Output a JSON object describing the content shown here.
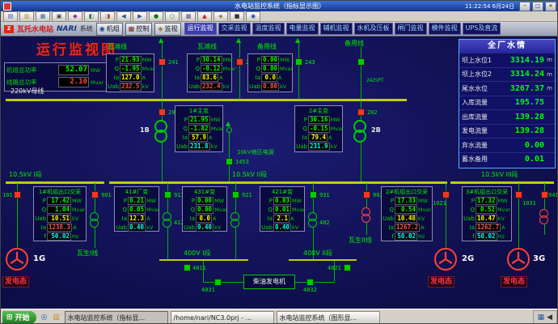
{
  "window": {
    "title": "水电站监控系统（指标显示图）",
    "time": "11:22:54  6月24日",
    "controls": [
      "─",
      "□",
      "✕"
    ]
  },
  "menu": {
    "icons": [
      {
        "name": "file-icon",
        "glyph": "▤",
        "color": "#2850c0"
      },
      {
        "name": "open-icon",
        "glyph": "▥",
        "color": "#c08a20"
      },
      {
        "name": "save-icon",
        "glyph": "▦",
        "color": "#2a6a9a"
      },
      {
        "name": "print-icon",
        "glyph": "▣",
        "color": "#444444"
      },
      {
        "name": "cut-icon",
        "glyph": "◆",
        "color": "#9a2aa0"
      },
      {
        "name": "copy-icon",
        "glyph": "◧",
        "color": "#2a7a3a"
      },
      {
        "name": "paste-icon",
        "glyph": "◨",
        "color": "#a04a20"
      },
      {
        "name": "undo-icon",
        "glyph": "◀",
        "color": "#2050a0"
      },
      {
        "name": "redo-icon",
        "glyph": "▶",
        "color": "#2050a0"
      },
      {
        "name": "zoom-in-icon",
        "glyph": "●",
        "color": "#107a10"
      },
      {
        "name": "zoom-out-icon",
        "glyph": "○",
        "color": "#107a10"
      },
      {
        "name": "grid-icon",
        "glyph": "▩",
        "color": "#555588"
      },
      {
        "name": "alarm-icon",
        "glyph": "▲",
        "color": "#c01a1a"
      },
      {
        "name": "trend-icon",
        "glyph": "◈",
        "color": "#8a6a10"
      },
      {
        "name": "lock-icon",
        "glyph": "■",
        "color": "#333333"
      },
      {
        "name": "help-icon",
        "glyph": "◉",
        "color": "#104a9a"
      }
    ]
  },
  "toolbar": {
    "station": "瓦托水电站",
    "brand": "NARI",
    "brand_suffix": "系统",
    "buttons": [
      {
        "label": "机组",
        "glyph": "◉",
        "icon_name": "unit-icon",
        "glyph_color": "#1a4a8a"
      },
      {
        "label": "控制",
        "glyph": "▦",
        "icon_name": "control-icon",
        "glyph_color": "#7a2a1a"
      },
      {
        "label": "监视",
        "glyph": "◈",
        "icon_name": "monitor-icon",
        "glyph_color": "#8a6a10"
      }
    ],
    "tabs": [
      "运行监视",
      "交采监视",
      "温度监视",
      "电量监视",
      "辅机监视",
      "水机及压板",
      "闸门监视",
      "模件监视",
      "UPS及直流"
    ]
  },
  "page": {
    "title": "运行监视图"
  },
  "summary": {
    "rows": [
      {
        "label": "机组总功率",
        "value": "52.07",
        "unit": "MW",
        "color": "#00ff00"
      },
      {
        "label": "线路总功率",
        "value": "2.10",
        "unit": "Mvar",
        "color": "#ff4040"
      }
    ]
  },
  "labels": {
    "bus220": "220kV母线",
    "bus1": "10.5kV I段",
    "bus2": "10.5kV II段",
    "bus3": "10.5kV III段",
    "bus400a": "400V I段",
    "bus400b": "400V II段",
    "line1": "瓦滩线",
    "line2": "瓦滩线",
    "spare1": "备用线",
    "spare2": "备用线",
    "local": "10kV地区电源",
    "feeder1": "瓦生I线",
    "feeder2": "瓦生II线",
    "diesel": "柴油发电机",
    "t1": "1B",
    "t2": "2B"
  },
  "ids": {
    "b241": "241",
    "b242": "242",
    "b243": "243",
    "b201": "201",
    "b202": "202",
    "pt": "2425PT",
    "b1453": "1453",
    "b101": "101",
    "b901": "901",
    "b911": "911",
    "b921": "921",
    "b931": "931",
    "b902": "902",
    "b941": "941",
    "b1021": "1021",
    "b1031": "1031",
    "b4011": "4011",
    "b4021": "4021",
    "b4031": "4031",
    "b4032": "4032",
    "b412": "412",
    "b402": "402"
  },
  "generators": [
    {
      "id": "1G",
      "state": "发电态"
    },
    {
      "id": "2G",
      "state": "发电态"
    },
    {
      "id": "3G",
      "state": "发电态"
    }
  ],
  "panels": [
    {
      "header": null,
      "rows": [
        {
          "l": "P",
          "v": "21.93",
          "u": "MW",
          "c": "#00ff00"
        },
        {
          "l": "Q",
          "v": "-1.95",
          "u": "Mvar",
          "c": "#00ff00"
        },
        {
          "l": "Ia",
          "v": "127.0",
          "u": "A",
          "c": "#ffff00"
        },
        {
          "l": "Uab",
          "v": "232.5",
          "u": "kV",
          "c": "#ff5050"
        }
      ]
    },
    {
      "header": null,
      "rows": [
        {
          "l": "P",
          "v": "30.14",
          "u": "MW",
          "c": "#00ff00"
        },
        {
          "l": "Q",
          "v": "-0.12",
          "u": "Mvar",
          "c": "#00ff00"
        },
        {
          "l": "Ia",
          "v": "83.6",
          "u": "A",
          "c": "#ffff00"
        },
        {
          "l": "Uab",
          "v": "232.4",
          "u": "kV",
          "c": "#ff5050"
        }
      ]
    },
    {
      "header": null,
      "rows": [
        {
          "l": "P",
          "v": "0.00",
          "u": "MW",
          "c": "#00ff00"
        },
        {
          "l": "Q",
          "v": "0.00",
          "u": "Mvar",
          "c": "#00ff00"
        },
        {
          "l": "Ia",
          "v": "0.0",
          "u": "A",
          "c": "#ffff00"
        },
        {
          "l": "Uab",
          "v": "0.00",
          "u": "kV",
          "c": "#ff5050"
        }
      ]
    },
    {
      "header": "1#主变",
      "rows": [
        {
          "l": "P",
          "v": "21.95",
          "u": "MW",
          "c": "#00ff00"
        },
        {
          "l": "Q",
          "v": "-1.82",
          "u": "Mvar",
          "c": "#00ff00"
        },
        {
          "l": "Ia",
          "v": "57.9",
          "u": "A",
          "c": "#ffff00"
        },
        {
          "l": "Uab",
          "v": "231.8",
          "u": "kV",
          "c": "#00ffff"
        }
      ]
    },
    {
      "header": "2#主变",
      "rows": [
        {
          "l": "P",
          "v": "30.16",
          "u": "MW",
          "c": "#00ff00"
        },
        {
          "l": "Q",
          "v": "-0.15",
          "u": "Mvar",
          "c": "#00ff00"
        },
        {
          "l": "Ia",
          "v": "79.4",
          "u": "A",
          "c": "#ffff00"
        },
        {
          "l": "Uab",
          "v": "231.9",
          "u": "kV",
          "c": "#00ffff"
        }
      ]
    },
    {
      "header": "1#机组出口交采",
      "rows": [
        {
          "l": "P",
          "v": "17.42",
          "u": "MW",
          "c": "#00ff00"
        },
        {
          "l": "Q",
          "v": "1.04",
          "u": "Mvar",
          "c": "#00ff00"
        },
        {
          "l": "Uab",
          "v": "10.51",
          "u": "kV",
          "c": "#ffff00"
        },
        {
          "l": "Ia",
          "v": "1238.3",
          "u": "A",
          "c": "#ff5050"
        },
        {
          "l": "f",
          "v": "50.02",
          "u": "Hz",
          "c": "#00ffff"
        }
      ]
    },
    {
      "header": "41#厂变",
      "rows": [
        {
          "l": "P",
          "v": "0.21",
          "u": "MW",
          "c": "#00ff00"
        },
        {
          "l": "Q",
          "v": "0.05",
          "u": "Mvar",
          "c": "#00ff00"
        },
        {
          "l": "Ia",
          "v": "12.3",
          "u": "A",
          "c": "#ffff00"
        },
        {
          "l": "Uab",
          "v": "0.40",
          "u": "kV",
          "c": "#00ffff"
        }
      ]
    },
    {
      "header": "431#变",
      "rows": [
        {
          "l": "P",
          "v": "0.00",
          "u": "MW",
          "c": "#00ff00"
        },
        {
          "l": "Q",
          "v": "0.00",
          "u": "Mvar",
          "c": "#00ff00"
        },
        {
          "l": "Ia",
          "v": "0.0",
          "u": "A",
          "c": "#ffff00"
        },
        {
          "l": "Uab",
          "v": "0.40",
          "u": "kV",
          "c": "#00ffff"
        }
      ]
    },
    {
      "header": "421#变",
      "rows": [
        {
          "l": "P",
          "v": "0.03",
          "u": "MW",
          "c": "#00ff00"
        },
        {
          "l": "Q",
          "v": "0.01",
          "u": "Mvar",
          "c": "#00ff00"
        },
        {
          "l": "Ia",
          "v": "2.1",
          "u": "A",
          "c": "#ffff00"
        },
        {
          "l": "Uab",
          "v": "0.40",
          "u": "kV",
          "c": "#00ffff"
        }
      ]
    },
    {
      "header": "2#机组出口交采",
      "rows": [
        {
          "l": "P",
          "v": "17.33",
          "u": "MW",
          "c": "#00ff00"
        },
        {
          "l": "Q",
          "v": "0.54",
          "u": "Mvar",
          "c": "#00ff00"
        },
        {
          "l": "Uab",
          "v": "10.48",
          "u": "kV",
          "c": "#ffff00"
        },
        {
          "l": "Ia",
          "v": "1267.2",
          "u": "A",
          "c": "#ff5050"
        },
        {
          "l": "f",
          "v": "50.02",
          "u": "Hz",
          "c": "#00ffff"
        }
      ]
    },
    {
      "header": "3#机组出口交采",
      "rows": [
        {
          "l": "P",
          "v": "17.32",
          "u": "MW",
          "c": "#00ff00"
        },
        {
          "l": "Q",
          "v": "0.52",
          "u": "Mvar",
          "c": "#00ff00"
        },
        {
          "l": "Uab",
          "v": "10.47",
          "u": "kV",
          "c": "#ffff00"
        },
        {
          "l": "Ia",
          "v": "1262.7",
          "u": "A",
          "c": "#ff5050"
        },
        {
          "l": "f",
          "v": "50.02",
          "u": "Hz",
          "c": "#00ffff"
        }
      ]
    }
  ],
  "water": {
    "title": "全厂水情",
    "rows": [
      {
        "label": "坝上水位1",
        "value": "3314.19",
        "unit": "m"
      },
      {
        "label": "坝上水位2",
        "value": "3314.24",
        "unit": "m"
      },
      {
        "label": "尾水水位",
        "value": "3267.37",
        "unit": "m"
      },
      {
        "label": "入库流量",
        "value": "195.75",
        "unit": ""
      },
      {
        "label": "出库流量",
        "value": "139.28",
        "unit": ""
      },
      {
        "label": "发电流量",
        "value": "139.28",
        "unit": ""
      },
      {
        "label": "弃水流量",
        "value": "0.00",
        "unit": ""
      },
      {
        "label": "蓄水备用",
        "value": "0.01",
        "unit": ""
      }
    ]
  },
  "taskbar": {
    "start": "开始",
    "start_icon": "⊞",
    "quick": [
      {
        "name": "browser-icon",
        "glyph": "◎",
        "color": "#2060c0"
      },
      {
        "name": "folder-icon",
        "glyph": "▥",
        "color": "#c09020"
      }
    ],
    "tasks": [
      "水电站监控系统（指标显...",
      "/home/nari/NC3.0prj - ...",
      "水电站监控系统（图形显..."
    ],
    "tray": [
      {
        "name": "network-icon",
        "glyph": "▦",
        "color": "#245a9a"
      },
      {
        "name": "volume-icon",
        "glyph": "◀",
        "color": "#333333"
      }
    ]
  },
  "colors": {
    "background": "#10104e",
    "bus_yellow": "#bfcf00",
    "line_green": "#00b400",
    "breaker_closed_red": "#ff3322",
    "breaker_open_green": "#00cc00",
    "value_green": "#00ff00",
    "alarm_red": "#ff5050",
    "warn_yellow": "#ffff00",
    "cyan_value": "#00ffff",
    "title_red": "#e02828"
  }
}
